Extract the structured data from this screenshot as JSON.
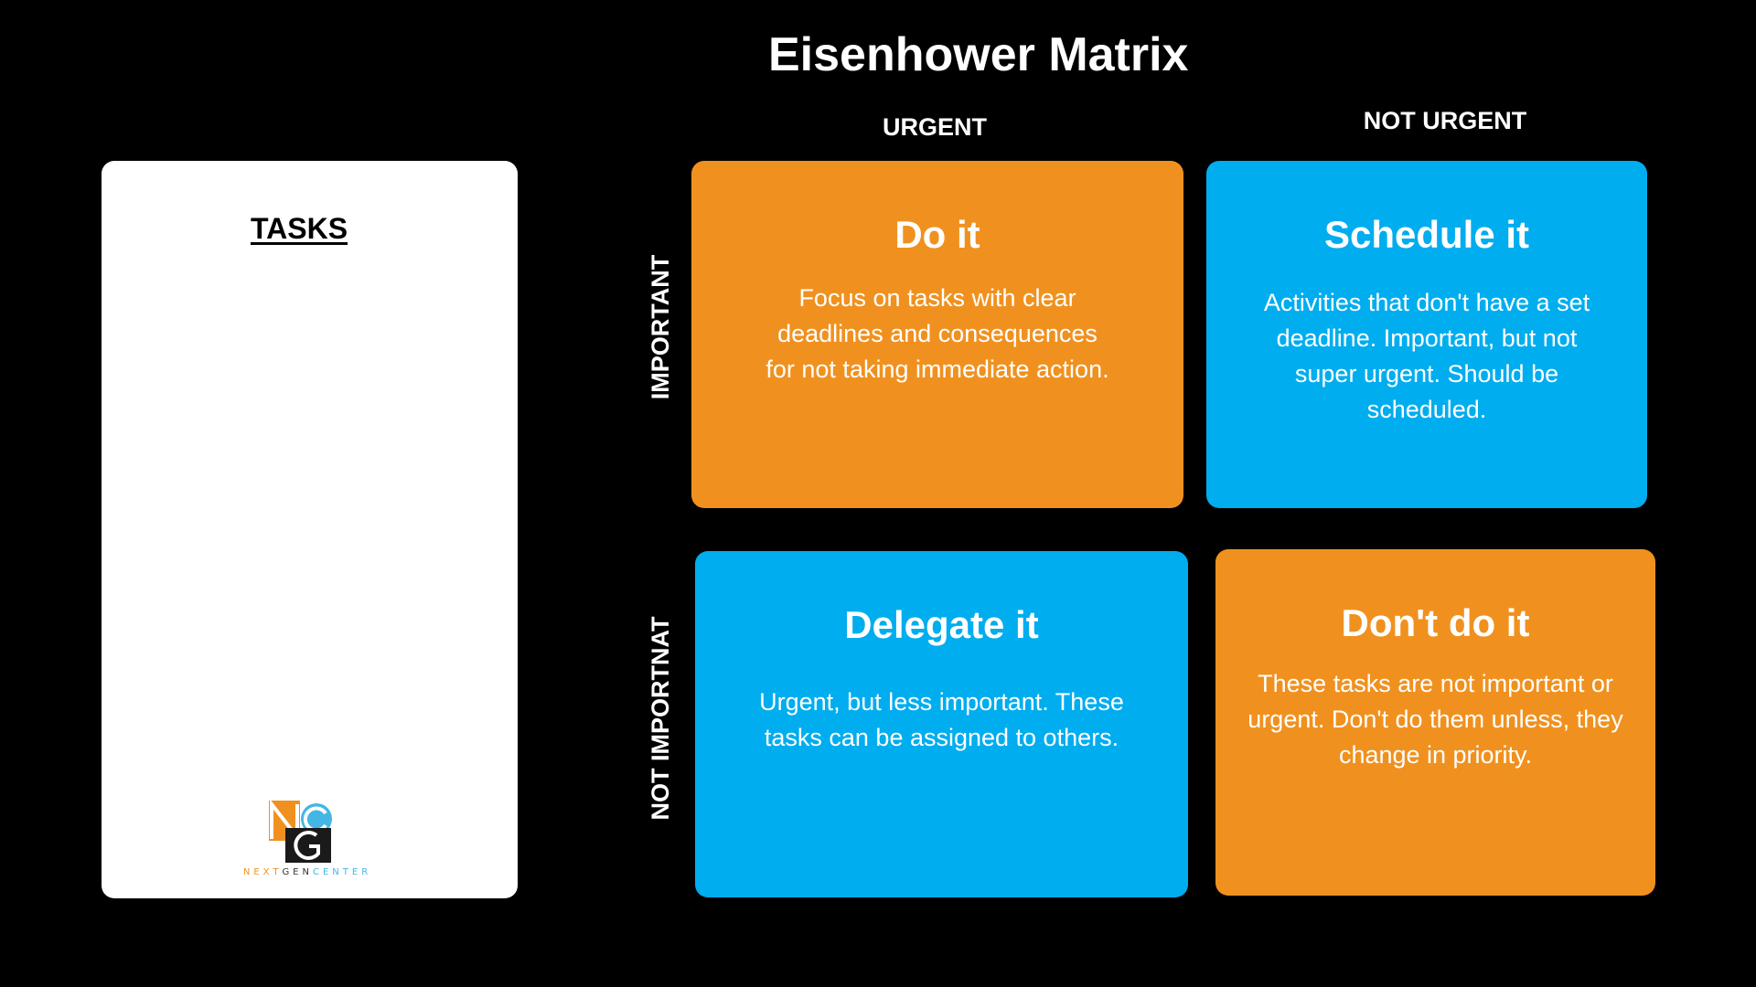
{
  "title": "Eisenhower Matrix",
  "columns": {
    "urgent": "URGENT",
    "not_urgent": "NOT URGENT"
  },
  "rows": {
    "important": "IMPORTANT",
    "not_important": "NOT IMPORTNAT"
  },
  "tasks_panel": {
    "heading": "TASKS",
    "logo": {
      "icon": "ngc-logo-icon",
      "text_part1": "NEXT",
      "text_part2": "GEN",
      "text_part3": "CENTER",
      "colors": [
        "#f0911f",
        "#333333",
        "#44b6e4"
      ]
    }
  },
  "quadrants": {
    "do_it": {
      "title": "Do it",
      "body": "Focus on tasks with clear deadlines and consequences for not taking immediate action.",
      "color": "#f0911f"
    },
    "schedule_it": {
      "title": "Schedule it",
      "body": "Activities that don't have a set deadline. Important, but not super urgent. Should be scheduled.",
      "color": "#00adef"
    },
    "delegate_it": {
      "title": "Delegate it",
      "body": "Urgent, but less important. These tasks can be assigned to others.",
      "color": "#00adef"
    },
    "dont_do_it": {
      "title": "Don't do it",
      "body": "These tasks are not important or urgent. Don't do them unless, they change in priority.",
      "color": "#f0911f"
    }
  },
  "colors": {
    "background": "#000000",
    "panel": "#ffffff",
    "orange": "#f0911f",
    "blue": "#00adef"
  }
}
